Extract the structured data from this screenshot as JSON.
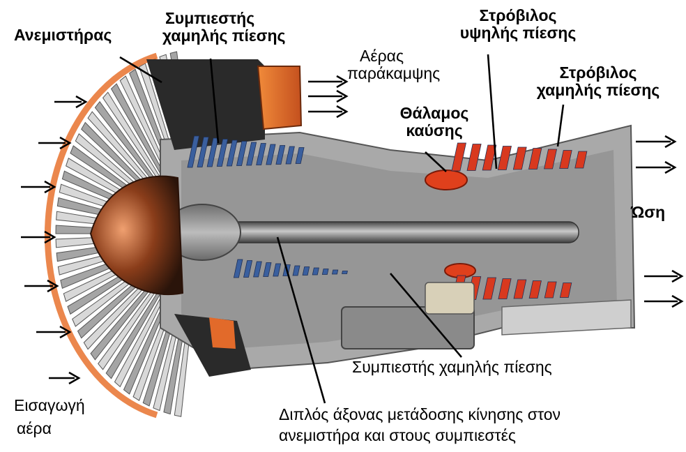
{
  "labels": {
    "fan": "Ανεμιστήρας",
    "lp_compressor_top": [
      "Συμπιεστής",
      "χαμηλής πίεσης"
    ],
    "bypass_air": [
      "Αέρας",
      "παράκαμψης"
    ],
    "hp_turbine": [
      "Στρόβιλος",
      "υψηλής πίεσης"
    ],
    "lp_turbine": [
      "Στρόβιλος",
      "χαμηλής πίεσης"
    ],
    "combustion_chamber": [
      "Θάλαμος",
      "καύσης"
    ],
    "thrust": "Ώση",
    "lp_compressor_bottom": "Συμπιεστής χαμηλής πίεσης",
    "air_intake": [
      "Εισαγωγή",
      "αέρα"
    ],
    "dual_shaft": [
      "Διπλός άξονας μετάδοσης κίνησης στον",
      "ανεμιστήρα και στους συμπιεστές"
    ]
  },
  "colors": {
    "compressor_blades": "#3a5f9e",
    "hot_section": "#d8391f",
    "fan_tint": "#e8722e",
    "metal": "#9a9a9a"
  }
}
